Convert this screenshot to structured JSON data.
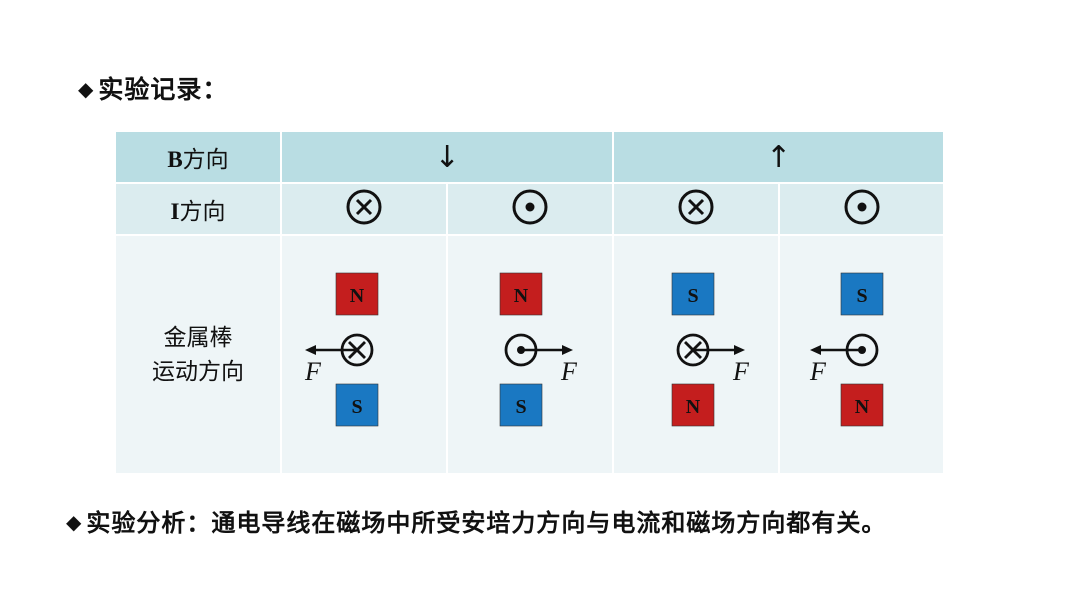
{
  "heading": "实验记录：",
  "table": {
    "b_row_label_letter": "B",
    "b_row_label_text": "方向",
    "b_directions": [
      "↓",
      "↑"
    ],
    "i_row_label_letter": "I",
    "i_row_label_text": "方向",
    "motion_label_line1": "金属棒",
    "motion_label_line2": "运动方向",
    "cells": [
      {
        "current": "into-page",
        "top_pole": "N",
        "bottom_pole": "S",
        "force": "left",
        "force_label": "F"
      },
      {
        "current": "out-of-page",
        "top_pole": "N",
        "bottom_pole": "S",
        "force": "right",
        "force_label": "F"
      },
      {
        "current": "into-page",
        "top_pole": "S",
        "bottom_pole": "N",
        "force": "right",
        "force_label": "F"
      },
      {
        "current": "out-of-page",
        "top_pole": "S",
        "bottom_pole": "N",
        "force": "left",
        "force_label": "F"
      }
    ]
  },
  "colors": {
    "north": "#c41e1e",
    "south": "#1a78c2",
    "header_row": "#b9dde3",
    "i_row": "#dbecef",
    "body_row": "#eef5f7"
  },
  "footer": "实验分析：通电导线在磁场中所受安培力方向与电流和磁场方向都有关。"
}
